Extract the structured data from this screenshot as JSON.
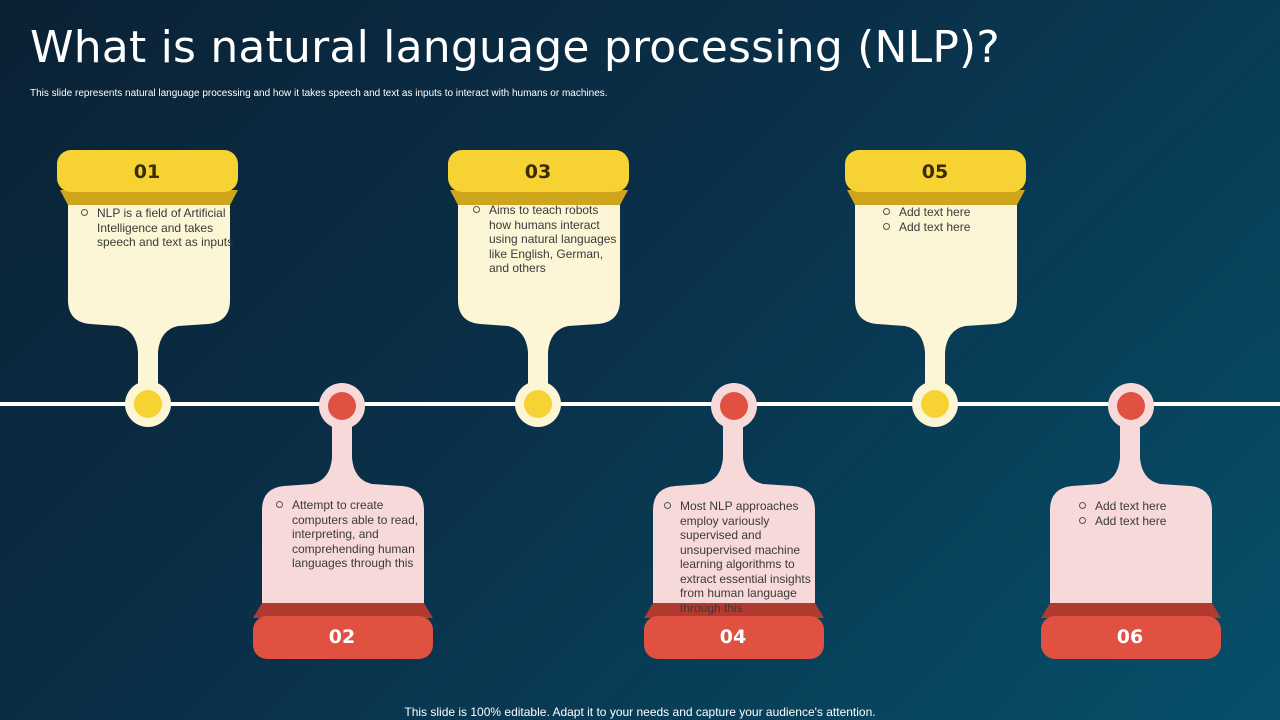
{
  "title": "What is natural language processing (NLP)?",
  "subtitle": "This slide represents natural language processing and how it takes speech and text as inputs to interact with humans or machines.",
  "footer": "This slide is 100% editable. Adapt it to your needs and capture your audience's attention.",
  "colors": {
    "yellow": "#f7d233",
    "cream": "#fcf5d6",
    "red": "#e05141",
    "pink": "#f8d9d9",
    "line": "#ffffff"
  },
  "steps": [
    {
      "number": "01",
      "items": [
        "NLP is a field of Artificial Intelligence and takes speech and text  as inputs"
      ]
    },
    {
      "number": "02",
      "items": [
        "Attempt to create computers able to read, interpreting, and comprehending human languages through this"
      ]
    },
    {
      "number": "03",
      "items": [
        "Aims to teach robots how humans interact using natural languages like English, German, and others"
      ]
    },
    {
      "number": "04",
      "items": [
        "Most NLP approaches employ variously supervised and unsupervised machine learning algorithms to extract essential insights from human language through this"
      ]
    },
    {
      "number": "05",
      "items": [
        "Add text here",
        "Add text here"
      ]
    },
    {
      "number": "06",
      "items": [
        "Add text here",
        "Add text here"
      ]
    }
  ]
}
